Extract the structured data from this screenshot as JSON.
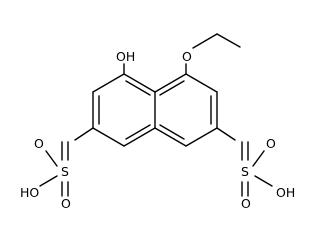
{
  "molecule": {
    "labels": {
      "hydroxy": "OH",
      "ether_oxygen": "O",
      "sulfur_left": "S",
      "sulfur_right": "S",
      "oxo_left_top": "O",
      "oxo_left_bottom": "O",
      "oxo_right_top": "O",
      "oxo_right_bottom": "O",
      "sulfonic_oh_left": "HO",
      "sulfonic_oh_right": "OH"
    }
  }
}
